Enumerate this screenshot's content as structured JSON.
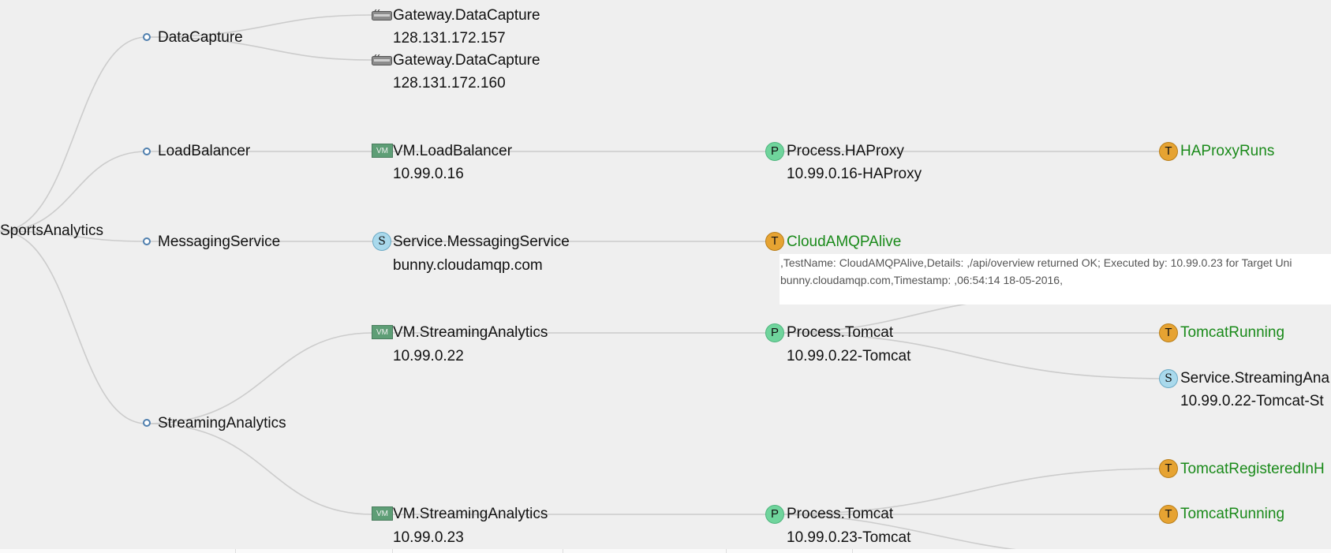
{
  "root": {
    "label": "SportsAnalytics"
  },
  "categories": [
    {
      "id": "cat-datacapture",
      "label": "DataCapture"
    },
    {
      "id": "cat-loadbalancer",
      "label": "LoadBalancer"
    },
    {
      "id": "cat-messaging",
      "label": "MessagingService"
    },
    {
      "id": "cat-streaming",
      "label": "StreamingAnalytics"
    }
  ],
  "hosts": [
    {
      "kind": "gateway",
      "label": "Gateway.DataCapture",
      "sub": "128.131.172.157"
    },
    {
      "kind": "gateway",
      "label": "Gateway.DataCapture",
      "sub": "128.131.172.160"
    },
    {
      "kind": "vm",
      "icon_text": "VM",
      "label": "VM.LoadBalancer",
      "sub": "10.99.0.16"
    },
    {
      "kind": "service",
      "icon_text": "S",
      "label": "Service.MessagingService",
      "sub": "bunny.cloudamqp.com"
    },
    {
      "kind": "vm",
      "icon_text": "VM",
      "label": "VM.StreamingAnalytics",
      "sub": "10.99.0.22"
    },
    {
      "kind": "vm",
      "icon_text": "VM",
      "label": "VM.StreamingAnalytics",
      "sub": "10.99.0.23"
    }
  ],
  "level3": [
    {
      "kind": "process",
      "icon_text": "P",
      "label": "Process.HAProxy",
      "sub": "10.99.0.16-HAProxy"
    },
    {
      "kind": "test",
      "icon_text": "T",
      "label": "CloudAMQPAlive"
    },
    {
      "kind": "process",
      "icon_text": "P",
      "label": "Process.Tomcat",
      "sub": "10.99.0.22-Tomcat"
    },
    {
      "kind": "process",
      "icon_text": "P",
      "label": "Process.Tomcat",
      "sub": "10.99.0.23-Tomcat"
    }
  ],
  "level4": [
    {
      "kind": "test",
      "icon_text": "T",
      "label": "HAProxyRuns"
    },
    {
      "kind": "test",
      "icon_text": "T",
      "label": "TomcatRunning"
    },
    {
      "kind": "service",
      "icon_text": "S",
      "label": "Service.StreamingAna",
      "sub": "10.99.0.22-Tomcat-St"
    },
    {
      "kind": "test",
      "icon_text": "T",
      "label": "TomcatRegisteredInH"
    },
    {
      "kind": "test",
      "icon_text": "T",
      "label": "TomcatRunning"
    }
  ],
  "tooltip": {
    "line1": ",TestName: CloudAMQPAlive,Details: ,/api/overview returned OK; Executed by: 10.99.0.23 for Target Uni",
    "line2": "bunny.cloudamqp.com,Timestamp: ,06:54:14 18-05-2016,"
  },
  "colors": {
    "background": "#efefef",
    "link": "#cccccc",
    "test_label": "#1a8a1a",
    "test_badge": "#e6a332",
    "process_badge": "#6fd49c",
    "service_badge": "#a9d9ec",
    "vm_badge": "#5e9e76"
  }
}
